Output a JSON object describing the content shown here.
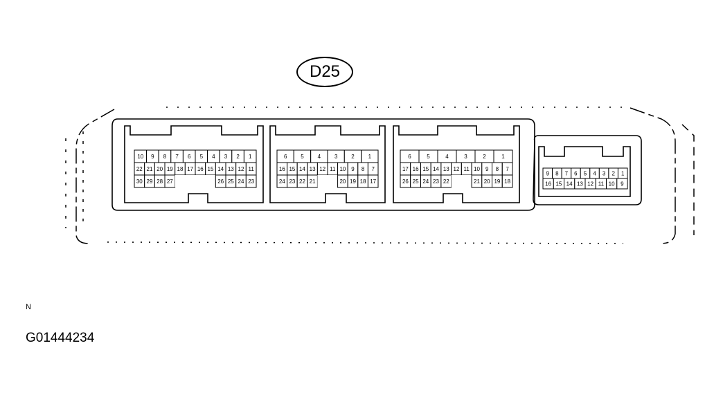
{
  "connector_label": "D25",
  "north_marker": "N",
  "figure_code": "G01444234",
  "connectors": [
    {
      "name": "block-1",
      "rows": [
        [
          "10",
          "9",
          "8",
          "7",
          "6",
          "5",
          "4",
          "3",
          "2",
          "1"
        ],
        [
          "22",
          "21",
          "20",
          "19",
          "18",
          "17",
          "16",
          "15",
          "14",
          "13",
          "12",
          "11"
        ],
        [
          "30",
          "29",
          "28",
          "27",
          "",
          "",
          "",
          "",
          "26",
          "25",
          "24",
          "23"
        ]
      ]
    },
    {
      "name": "block-2",
      "rows": [
        [
          "6",
          "5",
          "4",
          "3",
          "2",
          "1"
        ],
        [
          "16",
          "15",
          "14",
          "13",
          "12",
          "11",
          "10",
          "9",
          "8",
          "7"
        ],
        [
          "24",
          "23",
          "22",
          "21",
          "",
          "",
          "20",
          "19",
          "18",
          "17"
        ]
      ]
    },
    {
      "name": "block-3",
      "rows": [
        [
          "6",
          "5",
          "4",
          "3",
          "2",
          "1"
        ],
        [
          "17",
          "16",
          "15",
          "14",
          "13",
          "12",
          "11",
          "10",
          "9",
          "8",
          "7"
        ],
        [
          "26",
          "25",
          "24",
          "23",
          "22",
          "",
          "",
          "21",
          "20",
          "19",
          "18"
        ]
      ]
    },
    {
      "name": "block-4",
      "rows": [
        [
          "9",
          "8",
          "7",
          "6",
          "5",
          "4",
          "3",
          "2",
          "1"
        ],
        [
          "16",
          "15",
          "14",
          "13",
          "12",
          "11",
          "10",
          "9"
        ]
      ]
    }
  ]
}
